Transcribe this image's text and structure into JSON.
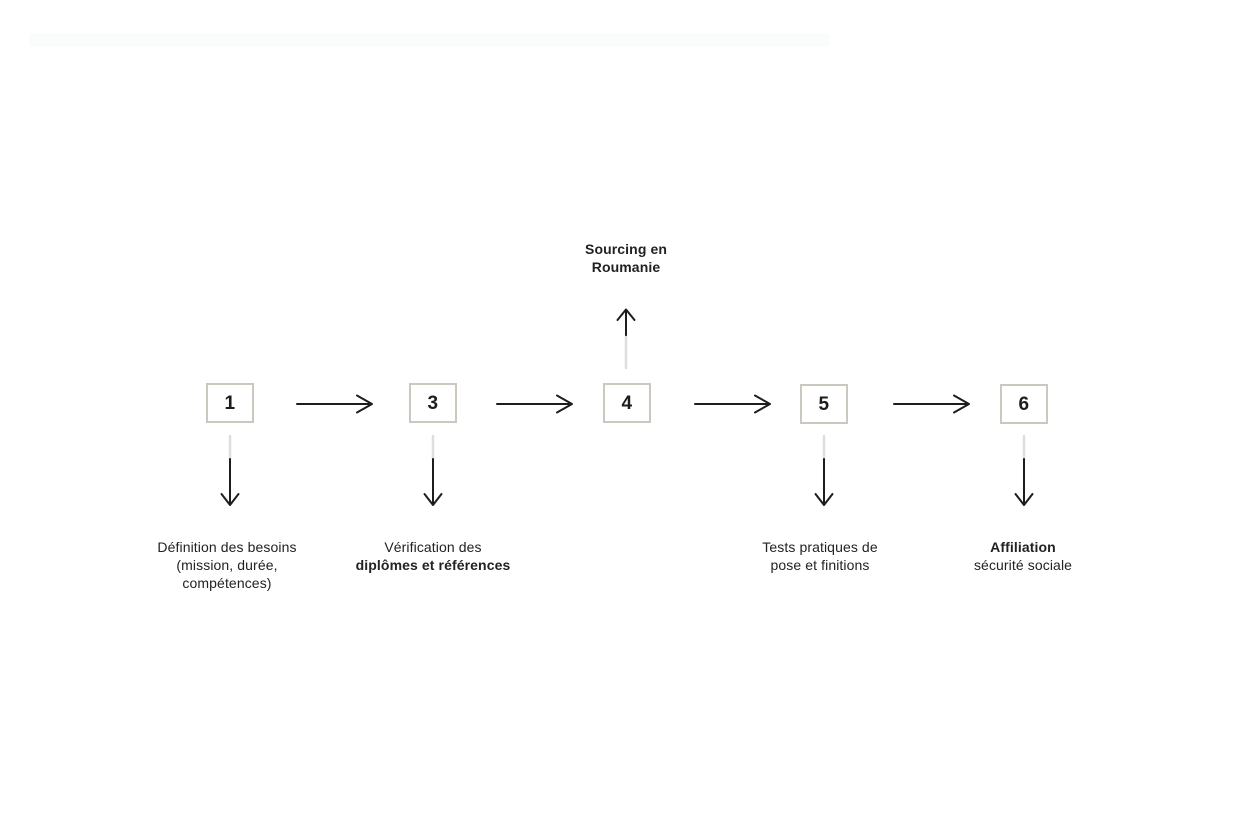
{
  "theme": {
    "background": "#ffffff",
    "ink": "#1d1d1d",
    "box_border": "#ccc8c0",
    "connector_faded": "#dededb",
    "top_band": "#f7fbfa"
  },
  "diagram": {
    "type": "process-flow",
    "steps": [
      {
        "number": "1",
        "label_position": "below",
        "lines": [
          "Définition des besoins",
          "(mission, durée,",
          "compétences)"
        ]
      },
      {
        "number": "3",
        "label_position": "below",
        "lines": [
          "Vérification des",
          "diplômes et références"
        ]
      },
      {
        "number": "4",
        "label_position": "above",
        "lines": [
          "Sourcing en",
          "Roumanie"
        ]
      },
      {
        "number": "5",
        "label_position": "below",
        "lines": [
          "Tests pratiques de",
          "pose et finitions"
        ]
      },
      {
        "number": "6",
        "label_position": "below",
        "lines": [
          "Affiliation",
          "sécurité sociale"
        ]
      }
    ]
  }
}
